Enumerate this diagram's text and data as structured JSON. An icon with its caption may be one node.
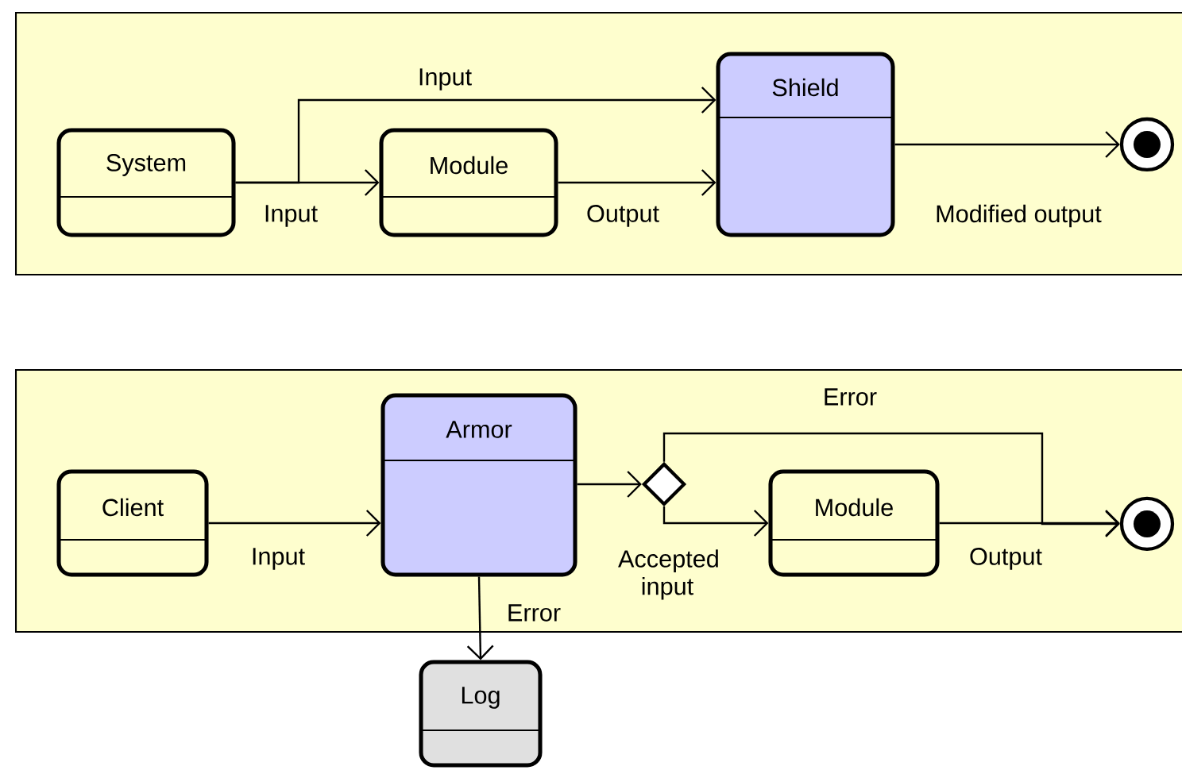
{
  "diagram": {
    "nodes": [
      {
        "text": [],
        "shape": "band"
      },
      {
        "text": [
          "System"
        ],
        "in": 0
      },
      {
        "text": [
          "Module"
        ],
        "in": 0
      },
      {
        "text": [
          "Shield"
        ],
        "in": 0
      },
      {
        "text": [],
        "shape": "circle",
        "in": 0
      },
      {
        "text": [],
        "shape": "band"
      },
      {
        "text": [
          "Client"
        ],
        "in": 5
      },
      {
        "text": [
          "Armor"
        ],
        "in": 5
      },
      {
        "text": [],
        "shape": "diamond",
        "in": 5
      },
      {
        "text": [
          "Module"
        ],
        "in": 5
      },
      {
        "text": [],
        "shape": "circle",
        "in": 5
      },
      {
        "text": [
          "Log"
        ]
      }
    ],
    "edges": [
      {
        "from": 1,
        "to": 3,
        "arrow": "to",
        "label": "Input"
      },
      {
        "from": 1,
        "to": 2,
        "arrow": "to",
        "label": "Input"
      },
      {
        "from": 2,
        "to": 3,
        "arrow": "to",
        "label": "Output"
      },
      {
        "from": 3,
        "to": 4,
        "arrow": "to",
        "label": "Modified output"
      },
      {
        "from": 6,
        "to": 7,
        "arrow": "to",
        "label": "Input"
      },
      {
        "from": 7,
        "to": 8,
        "arrow": "to"
      },
      {
        "from": 8,
        "to": 9,
        "arrow": "to",
        "label": "Accepted input"
      },
      {
        "from": 8,
        "to": 10,
        "arrow": "to",
        "label": "Error"
      },
      {
        "from": 9,
        "to": 10,
        "arrow": "to",
        "label": "Output"
      },
      {
        "from": 7,
        "to": 11,
        "arrow": "to",
        "label": "Error"
      }
    ]
  }
}
